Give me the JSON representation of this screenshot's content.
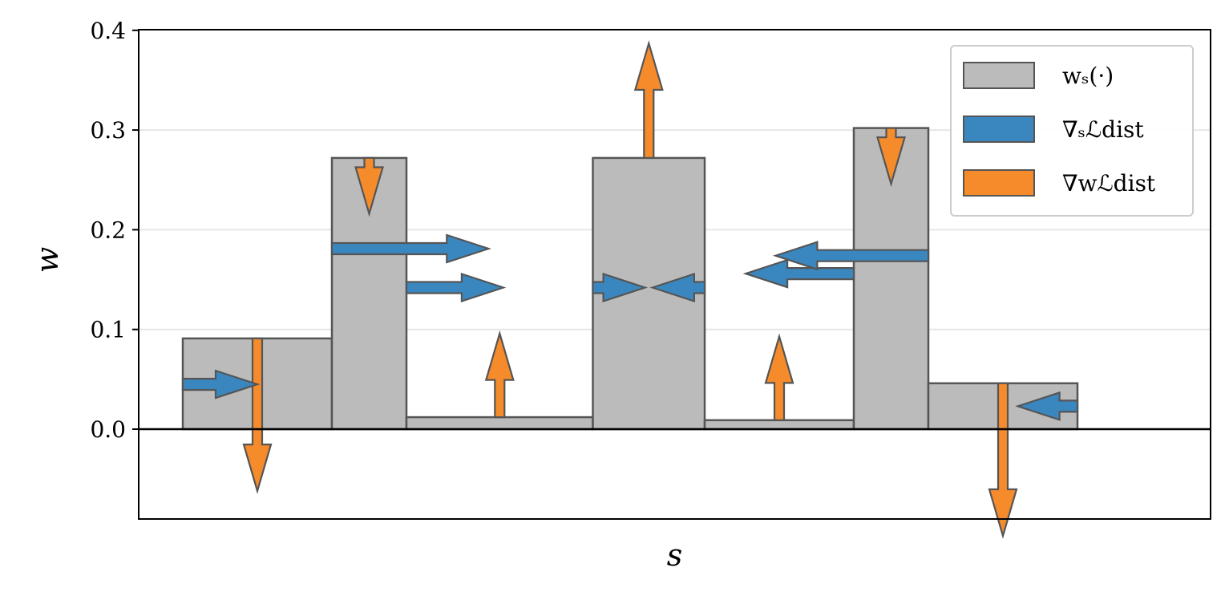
{
  "chart_data": {
    "type": "bar",
    "xlabel": "s",
    "ylabel": "w",
    "ylim": [
      -0.09,
      0.4
    ],
    "yticks": [
      "0.0",
      "0.1",
      "0.2",
      "0.3",
      "0.4"
    ],
    "grid": "horizontal",
    "legend_position": "top-right",
    "colors": {
      "bars": "#bbbbbb",
      "bar_edge": "#555555",
      "grad_s": "#3a87c0",
      "grad_w": "#f58b2b"
    },
    "legend": [
      {
        "key": "bars",
        "label": "wₛ(·)"
      },
      {
        "key": "grad_s",
        "label": "∇ₛℒdist"
      },
      {
        "key": "grad_w",
        "label": "∇wℒdist"
      }
    ],
    "bars": [
      {
        "s_start": 0.0,
        "s_end": 2.0,
        "w": 0.091
      },
      {
        "s_start": 2.0,
        "s_end": 3.0,
        "w": 0.272
      },
      {
        "s_start": 3.0,
        "s_end": 5.5,
        "w": 0.012
      },
      {
        "s_start": 5.5,
        "s_end": 7.0,
        "w": 0.272
      },
      {
        "s_start": 7.0,
        "s_end": 9.0,
        "w": 0.009
      },
      {
        "s_start": 9.0,
        "s_end": 10.0,
        "w": 0.302
      },
      {
        "s_start": 10.0,
        "s_end": 12.0,
        "w": 0.046
      }
    ],
    "grad_s_arrows": [
      {
        "s": 0.0,
        "w": 0.045,
        "ds": 1.0
      },
      {
        "s": 2.0,
        "w": 0.181,
        "ds": 2.1
      },
      {
        "s": 3.0,
        "w": 0.142,
        "ds": 1.3
      },
      {
        "s": 5.5,
        "w": 0.142,
        "ds": 0.7
      },
      {
        "s": 7.0,
        "w": 0.142,
        "ds": -0.7
      },
      {
        "s": 9.0,
        "w": 0.156,
        "ds": -1.45
      },
      {
        "s": 10.0,
        "w": 0.174,
        "ds": -2.05
      },
      {
        "s": 12.0,
        "w": 0.023,
        "ds": -0.8
      }
    ],
    "grad_w_arrows": [
      {
        "s": 1.0,
        "w": 0.091,
        "dw": -0.153
      },
      {
        "s": 2.5,
        "w": 0.272,
        "dw": -0.056
      },
      {
        "s": 4.25,
        "w": 0.012,
        "dw": 0.084
      },
      {
        "s": 6.25,
        "w": 0.272,
        "dw": 0.115
      },
      {
        "s": 8.0,
        "w": 0.009,
        "dw": 0.084
      },
      {
        "s": 9.5,
        "w": 0.302,
        "dw": -0.056
      },
      {
        "s": 11.0,
        "w": 0.046,
        "dw": -0.153
      }
    ]
  }
}
